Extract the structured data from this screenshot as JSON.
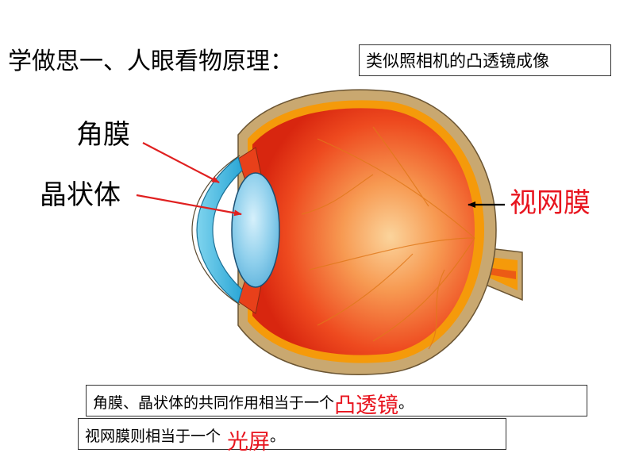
{
  "title": "学做思一、人眼看物原理：",
  "tagline": "类似照相机的凸透镜成像",
  "labels": {
    "cornea": "角膜",
    "lens": "晶状体",
    "retina": "视网膜"
  },
  "sentence1": {
    "text": "角膜、晶状体的共同作用相当于一个",
    "answer": "凸透镜",
    "end": "。"
  },
  "sentence2": {
    "text": "视网膜则相当于一个",
    "answer": "光屏",
    "end": "。"
  },
  "colors": {
    "answer_red": "#e8141e",
    "arrow_red": "#e02020",
    "sclera": "#c9a870",
    "eyeball": "#e8401a",
    "retina_layer": "#f59a0a",
    "cornea_blue": "#39b8e0",
    "lens_blue": "#8ecfec"
  }
}
